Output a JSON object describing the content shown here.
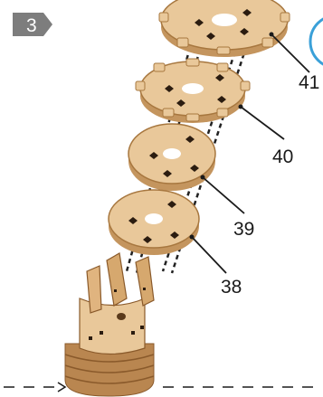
{
  "step": {
    "number": "3"
  },
  "parts": [
    {
      "label": "41"
    },
    {
      "label": "40"
    },
    {
      "label": "39"
    },
    {
      "label": "38"
    }
  ],
  "colors": {
    "wood_face": "#e9c89a",
    "wood_edge": "#c4955e",
    "wood_dark": "#8a5a2b",
    "peg_hole": "#2b1c10",
    "badge": "#7d7d7d",
    "accent_circle": "#3aa0d8",
    "leader_line": "#1a1a1a"
  }
}
